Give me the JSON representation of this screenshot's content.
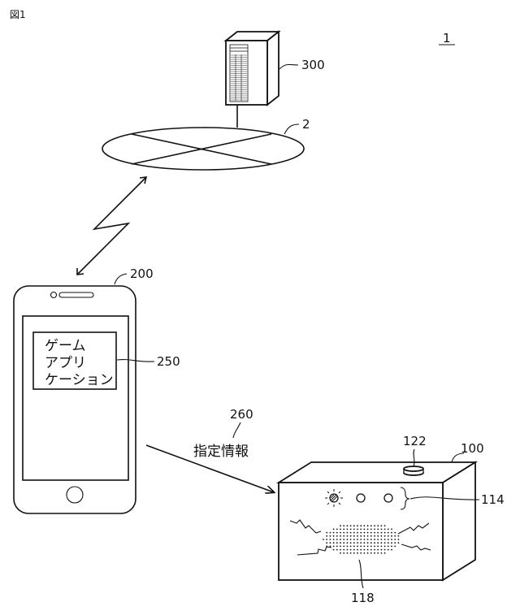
{
  "figure": {
    "title": "図1",
    "system_ref": "1"
  },
  "server": {
    "ref": "300"
  },
  "network": {
    "ref": "2"
  },
  "phone": {
    "ref": "200",
    "app": {
      "ref": "250",
      "lines": [
        "ゲーム",
        "アプリ",
        "ケーション"
      ]
    }
  },
  "transmission": {
    "ref": "260",
    "label": "指定情報"
  },
  "device": {
    "ref": "100",
    "button_ref": "122",
    "lights_ref": "114",
    "speaker_ref": "118"
  }
}
